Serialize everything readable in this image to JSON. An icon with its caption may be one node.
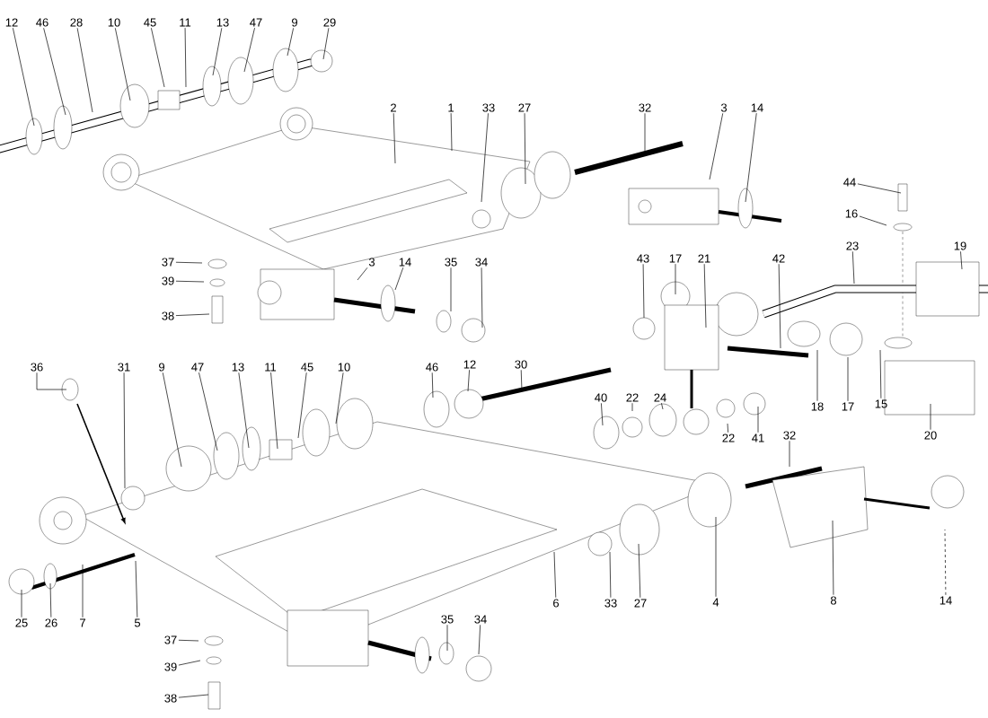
{
  "diagram": {
    "nodes": [
      {
        "text": [
          "12"
        ]
      },
      {
        "text": [
          "46"
        ]
      },
      {
        "text": [
          "28"
        ]
      },
      {
        "text": [
          "10"
        ]
      },
      {
        "text": [
          "45"
        ]
      },
      {
        "text": [
          "11"
        ]
      },
      {
        "text": [
          "13"
        ]
      },
      {
        "text": [
          "47"
        ]
      },
      {
        "text": [
          "9"
        ]
      },
      {
        "text": [
          "29"
        ]
      },
      {
        "text": [
          "2"
        ]
      },
      {
        "text": [
          "1"
        ]
      },
      {
        "text": [
          "33"
        ]
      },
      {
        "text": [
          "27"
        ]
      },
      {
        "text": [
          "32"
        ]
      },
      {
        "text": [
          "3"
        ]
      },
      {
        "text": [
          "14"
        ]
      },
      {
        "text": [
          "44"
        ]
      },
      {
        "text": [
          "16"
        ]
      },
      {
        "text": [
          "37"
        ]
      },
      {
        "text": [
          "39"
        ]
      },
      {
        "text": [
          "38"
        ]
      },
      {
        "text": [
          "3"
        ]
      },
      {
        "text": [
          "14"
        ]
      },
      {
        "text": [
          "35"
        ]
      },
      {
        "text": [
          "34"
        ]
      },
      {
        "text": [
          "43"
        ]
      },
      {
        "text": [
          "17"
        ]
      },
      {
        "text": [
          "21"
        ]
      },
      {
        "text": [
          "42"
        ]
      },
      {
        "text": [
          "23"
        ]
      },
      {
        "text": [
          "19"
        ]
      },
      {
        "text": [
          "36"
        ]
      },
      {
        "text": [
          "31"
        ]
      },
      {
        "text": [
          "9"
        ]
      },
      {
        "text": [
          "47"
        ]
      },
      {
        "text": [
          "13"
        ]
      },
      {
        "text": [
          "11"
        ]
      },
      {
        "text": [
          "45"
        ]
      },
      {
        "text": [
          "10"
        ]
      },
      {
        "text": [
          "46"
        ]
      },
      {
        "text": [
          "12"
        ]
      },
      {
        "text": [
          "30"
        ]
      },
      {
        "text": [
          "40"
        ]
      },
      {
        "text": [
          "22"
        ]
      },
      {
        "text": [
          "24"
        ]
      },
      {
        "text": [
          "18"
        ]
      },
      {
        "text": [
          "17"
        ]
      },
      {
        "text": [
          "15"
        ]
      },
      {
        "text": [
          "22"
        ]
      },
      {
        "text": [
          "41"
        ]
      },
      {
        "text": [
          "32"
        ]
      },
      {
        "text": [
          "20"
        ]
      },
      {
        "text": [
          "25"
        ]
      },
      {
        "text": [
          "26"
        ]
      },
      {
        "text": [
          "7"
        ]
      },
      {
        "text": [
          "5"
        ]
      },
      {
        "text": [
          "37"
        ]
      },
      {
        "text": [
          "39"
        ]
      },
      {
        "text": [
          "38"
        ]
      },
      {
        "text": [
          "35"
        ]
      },
      {
        "text": [
          "34"
        ]
      },
      {
        "text": [
          "6"
        ]
      },
      {
        "text": [
          "33"
        ]
      },
      {
        "text": [
          "27"
        ]
      },
      {
        "text": [
          "4"
        ]
      },
      {
        "text": [
          "8"
        ]
      },
      {
        "text": [
          "14"
        ]
      }
    ],
    "edges": [
      {
        "from": 0,
        "to": null,
        "arrow": "none"
      },
      {
        "from": 1,
        "to": null,
        "arrow": "none"
      },
      {
        "from": 2,
        "to": null,
        "arrow": "none"
      },
      {
        "from": 3,
        "to": null,
        "arrow": "none"
      },
      {
        "from": 4,
        "to": null,
        "arrow": "none"
      },
      {
        "from": 5,
        "to": null,
        "arrow": "none"
      },
      {
        "from": 6,
        "to": null,
        "arrow": "none"
      },
      {
        "from": 7,
        "to": null,
        "arrow": "none"
      },
      {
        "from": 8,
        "to": null,
        "arrow": "none"
      },
      {
        "from": 9,
        "to": null,
        "arrow": "none"
      },
      {
        "from": 10,
        "to": null,
        "arrow": "none"
      },
      {
        "from": 11,
        "to": null,
        "arrow": "none"
      },
      {
        "from": 12,
        "to": null,
        "arrow": "none"
      },
      {
        "from": 13,
        "to": null,
        "arrow": "none"
      },
      {
        "from": 14,
        "to": null,
        "arrow": "none"
      },
      {
        "from": 15,
        "to": null,
        "arrow": "none"
      },
      {
        "from": 16,
        "to": null,
        "arrow": "none"
      },
      {
        "from": 17,
        "to": null,
        "arrow": "none"
      },
      {
        "from": 18,
        "to": null,
        "arrow": "none"
      },
      {
        "from": 19,
        "to": null,
        "arrow": "none"
      },
      {
        "from": 20,
        "to": null,
        "arrow": "none"
      },
      {
        "from": 21,
        "to": null,
        "arrow": "none"
      },
      {
        "from": 22,
        "to": null,
        "arrow": "none"
      },
      {
        "from": 23,
        "to": null,
        "arrow": "none"
      },
      {
        "from": 24,
        "to": null,
        "arrow": "none"
      },
      {
        "from": 25,
        "to": null,
        "arrow": "none"
      },
      {
        "from": 26,
        "to": null,
        "arrow": "none"
      },
      {
        "from": 27,
        "to": null,
        "arrow": "none"
      },
      {
        "from": 28,
        "to": null,
        "arrow": "none"
      },
      {
        "from": 29,
        "to": null,
        "arrow": "none"
      },
      {
        "from": 30,
        "to": null,
        "arrow": "none"
      },
      {
        "from": 31,
        "to": null,
        "arrow": "none"
      },
      {
        "from": 32,
        "to": null,
        "arrow": "none"
      },
      {
        "from": 33,
        "to": null,
        "arrow": "none"
      },
      {
        "from": 34,
        "to": null,
        "arrow": "none"
      },
      {
        "from": 35,
        "to": null,
        "arrow": "none"
      },
      {
        "from": 36,
        "to": null,
        "arrow": "none"
      },
      {
        "from": 37,
        "to": null,
        "arrow": "none"
      },
      {
        "from": 38,
        "to": null,
        "arrow": "none"
      },
      {
        "from": 39,
        "to": null,
        "arrow": "none"
      },
      {
        "from": 40,
        "to": null,
        "arrow": "none"
      },
      {
        "from": 41,
        "to": null,
        "arrow": "none"
      },
      {
        "from": 42,
        "to": null,
        "arrow": "none"
      },
      {
        "from": 43,
        "to": null,
        "arrow": "none"
      },
      {
        "from": 44,
        "to": null,
        "arrow": "none"
      },
      {
        "from": 45,
        "to": null,
        "arrow": "none"
      },
      {
        "from": 46,
        "to": null,
        "arrow": "none"
      },
      {
        "from": 47,
        "to": null,
        "arrow": "none"
      },
      {
        "from": 48,
        "to": null,
        "arrow": "none"
      },
      {
        "from": 49,
        "to": null,
        "arrow": "none"
      },
      {
        "from": 50,
        "to": null,
        "arrow": "none"
      },
      {
        "from": 51,
        "to": null,
        "arrow": "none"
      },
      {
        "from": 52,
        "to": null,
        "arrow": "none"
      },
      {
        "from": 53,
        "to": null,
        "arrow": "none"
      },
      {
        "from": 54,
        "to": null,
        "arrow": "none"
      },
      {
        "from": 55,
        "to": null,
        "arrow": "none"
      },
      {
        "from": 56,
        "to": null,
        "arrow": "none"
      },
      {
        "from": 57,
        "to": null,
        "arrow": "none"
      },
      {
        "from": 58,
        "to": null,
        "arrow": "none"
      },
      {
        "from": 59,
        "to": null,
        "arrow": "none"
      },
      {
        "from": 60,
        "to": null,
        "arrow": "none"
      },
      {
        "from": 61,
        "to": null,
        "arrow": "none"
      },
      {
        "from": 62,
        "to": null,
        "arrow": "none"
      },
      {
        "from": 63,
        "to": null,
        "arrow": "none"
      },
      {
        "from": 64,
        "to": null,
        "arrow": "none"
      },
      {
        "from": 65,
        "to": null,
        "arrow": "none"
      },
      {
        "from": 66,
        "to": null,
        "arrow": "none"
      },
      {
        "from": 67,
        "to": null,
        "arrow": "none",
        "style": "dashed"
      }
    ]
  }
}
